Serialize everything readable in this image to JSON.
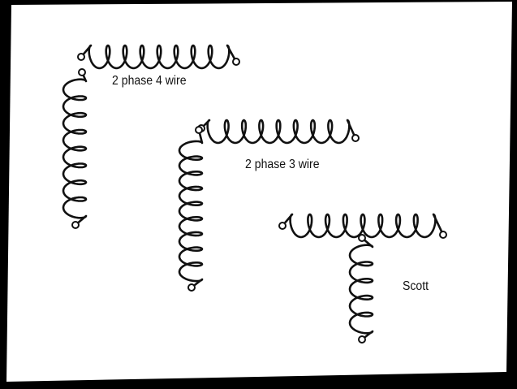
{
  "diagram": {
    "colors": {
      "background": "#000000",
      "paper": "#ffffff",
      "ink": "#111111"
    },
    "labels": {
      "two_phase_four_wire": "2 phase 4 wire",
      "two_phase_three_wire": "2 phase 3 wire",
      "scott": "Scott"
    },
    "coils": [
      {
        "name": "coil-4wire-horizontal",
        "loops": 8
      },
      {
        "name": "coil-4wire-vertical",
        "loops": 8
      },
      {
        "name": "coil-3wire-horizontal",
        "loops": 8
      },
      {
        "name": "coil-3wire-vertical",
        "loops": 9
      },
      {
        "name": "coil-scott-main",
        "loops": 8
      },
      {
        "name": "coil-scott-teaser",
        "loops": 5
      }
    ]
  }
}
